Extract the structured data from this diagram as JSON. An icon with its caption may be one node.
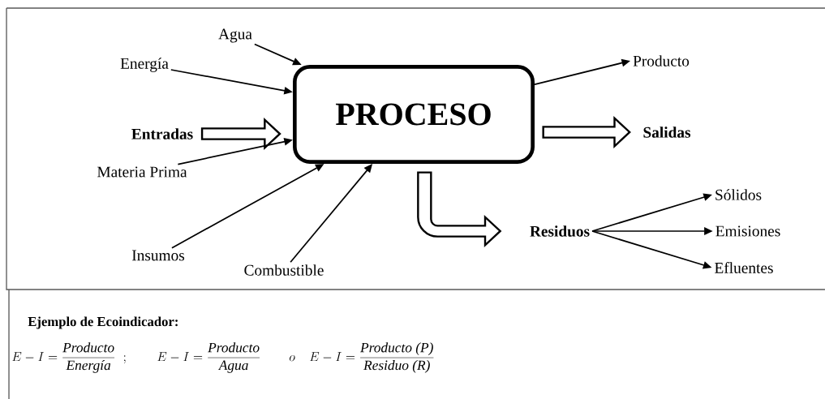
{
  "diagram": {
    "nodes": [
      {
        "text": [
          "PROCESO"
        ]
      },
      {
        "text": [
          "Agua"
        ]
      },
      {
        "text": [
          "Energía"
        ]
      },
      {
        "text": [
          "Entradas"
        ]
      },
      {
        "text": [
          "Materia Prima"
        ]
      },
      {
        "text": [
          "Insumos"
        ]
      },
      {
        "text": [
          "Combustible"
        ]
      },
      {
        "text": [
          "Producto"
        ]
      },
      {
        "text": [
          "Salidas"
        ]
      },
      {
        "text": [
          "Residuos"
        ]
      },
      {
        "text": [
          "Sólidos"
        ]
      },
      {
        "text": [
          "Emisiones"
        ]
      },
      {
        "text": [
          "Efluentes"
        ]
      }
    ],
    "edges": [
      {
        "from": 1,
        "to": 0,
        "arrow": "to"
      },
      {
        "from": 2,
        "to": 0,
        "arrow": "to"
      },
      {
        "from": 3,
        "to": 0,
        "arrow": "to",
        "style": "thick"
      },
      {
        "from": 4,
        "to": 0,
        "arrow": "to"
      },
      {
        "from": 5,
        "to": 0,
        "arrow": "to"
      },
      {
        "from": 6,
        "to": 0,
        "arrow": "to"
      },
      {
        "from": 0,
        "to": 7,
        "arrow": "to"
      },
      {
        "from": 0,
        "to": 8,
        "arrow": "to",
        "style": "thick"
      },
      {
        "from": 0,
        "to": 9,
        "arrow": "to",
        "style": "thick"
      },
      {
        "from": 9,
        "to": 10,
        "arrow": "to"
      },
      {
        "from": 9,
        "to": 11,
        "arrow": "to"
      },
      {
        "from": 9,
        "to": 12,
        "arrow": "to"
      }
    ],
    "labels": [
      "Ejemplo de Ecoindicador:",
      "E-I=\\frac{\\textit{Producto}}{\\textit{Energía}}\\;\\;;\\qquad E-I=\\frac{\\textit{Producto}}{\\textit{Agua}}\\qquad o\\quad E-I=\\frac{\\textit{Producto (P)}}{\\textit{Residuo (R)}}"
    ]
  }
}
